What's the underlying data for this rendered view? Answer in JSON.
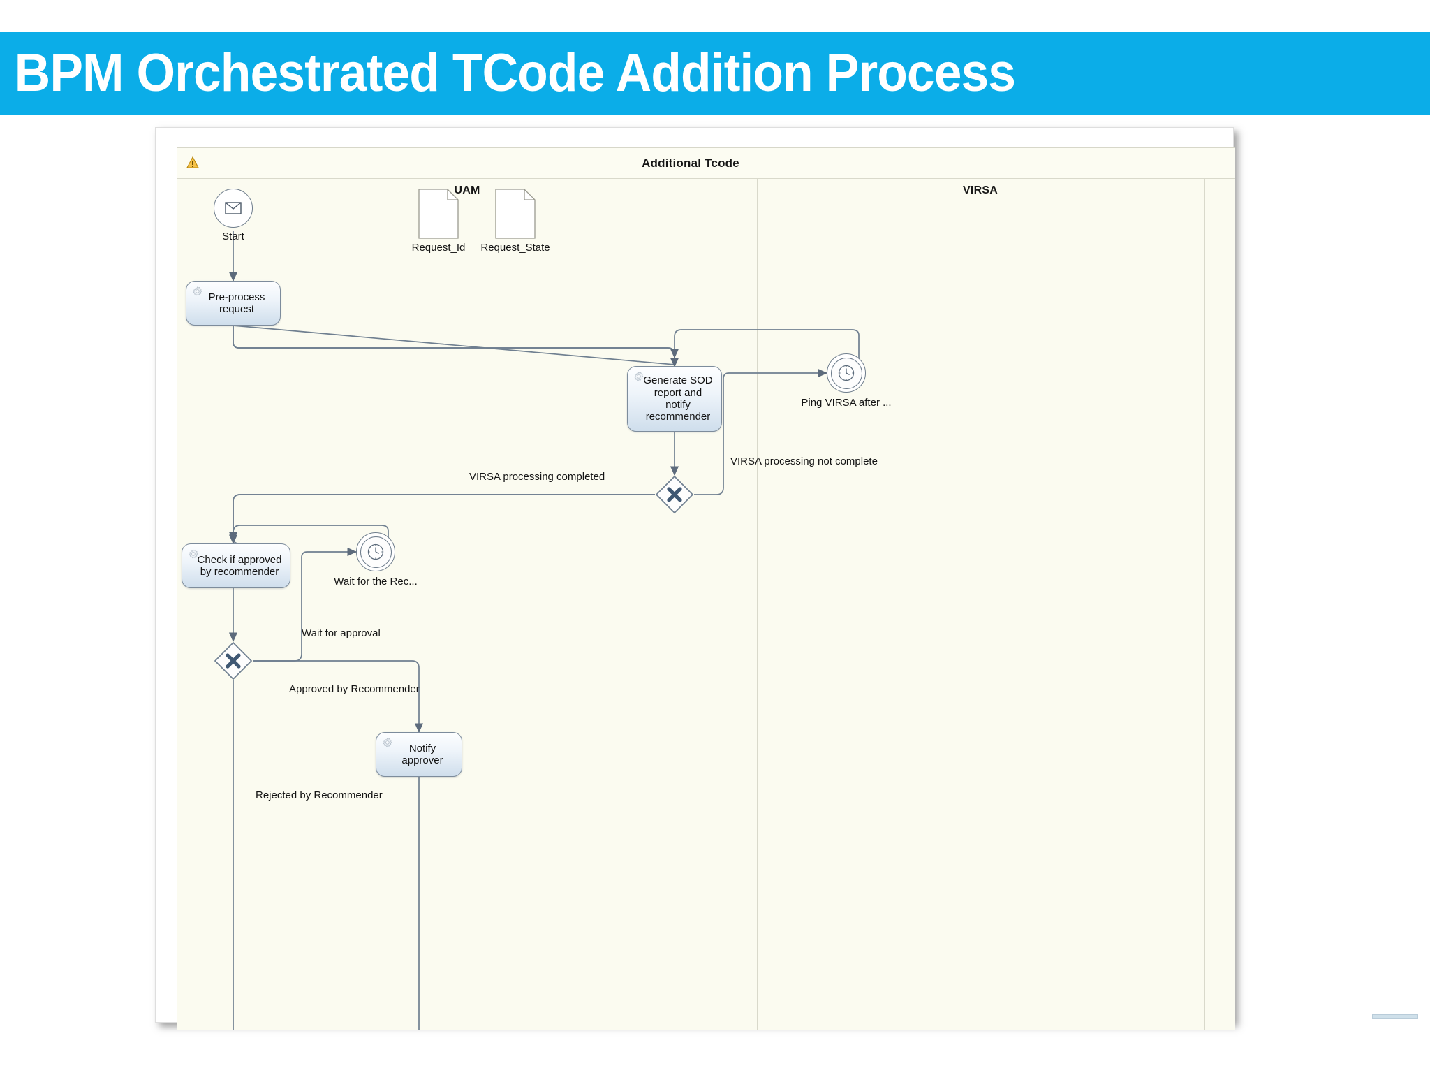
{
  "banner": {
    "title": "BPM Orchestrated TCode Addition Process",
    "background_color": "#0BADE8",
    "text_color": "#FFFFFF"
  },
  "diagram": {
    "pool": {
      "title": "Additional Tcode",
      "warning_icon": "warning-triangle-icon",
      "canvas_color": "#FBFBF0"
    },
    "lanes": [
      {
        "id": "uam",
        "label": "UAM"
      },
      {
        "id": "virsa",
        "label": "VIRSA"
      }
    ],
    "nodes": [
      {
        "id": "start-event",
        "type": "message-start-event",
        "icon": "envelope-icon",
        "label": "Start",
        "lane": "uam"
      },
      {
        "id": "pre-process-request",
        "type": "service-task",
        "icon": "gear-icon",
        "label": "Pre-process request",
        "lane": "uam"
      },
      {
        "id": "data-request-id",
        "type": "data-object",
        "label": "Request_Id",
        "lane": "uam"
      },
      {
        "id": "data-request-state",
        "type": "data-object",
        "label": "Request_State",
        "lane": "uam"
      },
      {
        "id": "generate-sod-report",
        "type": "service-task",
        "icon": "gear-icon",
        "label": "Generate SOD report and notify recommender",
        "lane": "virsa"
      },
      {
        "id": "ping-virsa-timer",
        "type": "intermediate-timer-event",
        "icon": "clock-icon",
        "label": "Ping VIRSA after ...",
        "lane": "virsa"
      },
      {
        "id": "gateway-virsa",
        "type": "exclusive-gateway",
        "icon": "x-icon",
        "label": "",
        "lane": "virsa"
      },
      {
        "id": "check-if-approved",
        "type": "service-task",
        "icon": "gear-icon",
        "label": "Check if approved by recommender",
        "lane": "uam"
      },
      {
        "id": "wait-for-rec-timer",
        "type": "intermediate-timer-event",
        "icon": "clock-icon",
        "label": "Wait for the Rec...",
        "lane": "uam"
      },
      {
        "id": "gateway-approval",
        "type": "exclusive-gateway",
        "icon": "x-icon",
        "label": "",
        "lane": "uam"
      },
      {
        "id": "notify-approver",
        "type": "service-task",
        "icon": "gear-icon",
        "label": "Notify approver",
        "lane": "uam"
      }
    ],
    "flow_labels": [
      {
        "id": "flow-virsa-completed",
        "text": "VIRSA processing completed"
      },
      {
        "id": "flow-virsa-not-complete",
        "text": "VIRSA processing not complete"
      },
      {
        "id": "flow-wait-for-approval",
        "text": "Wait for approval"
      },
      {
        "id": "flow-approved",
        "text": "Approved by Recommender"
      },
      {
        "id": "flow-rejected",
        "text": "Rejected by Recommender"
      }
    ]
  }
}
